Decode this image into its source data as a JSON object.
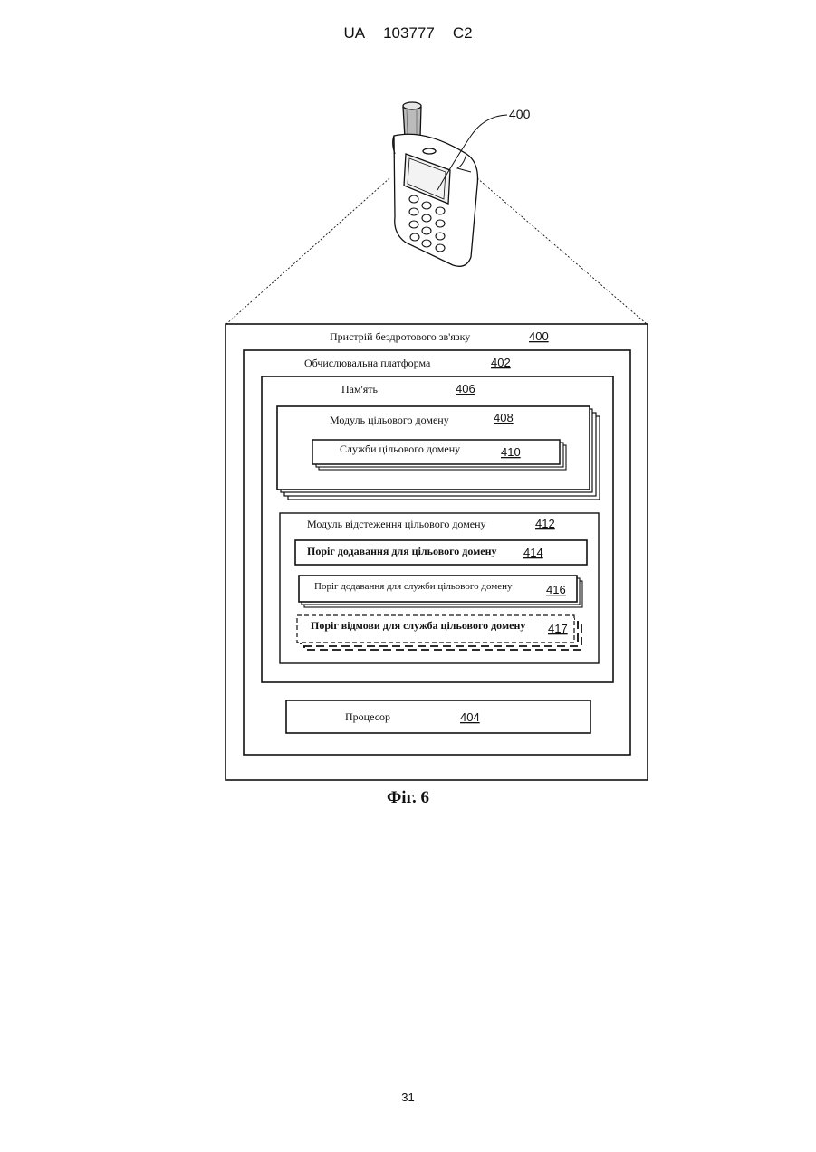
{
  "header": {
    "country": "UA",
    "number": "103777",
    "kind": "C2"
  },
  "figure_label": "Фіг. 6",
  "page_number": "31",
  "phone_callout": "400",
  "blocks": {
    "device": {
      "label": "Пристрій бездротового зв'язку",
      "ref": "400"
    },
    "platform": {
      "label": "Обчислювальна платформа",
      "ref": "402"
    },
    "memory": {
      "label": "Пам'ять",
      "ref": "406"
    },
    "domain_module": {
      "label": "Модуль цільового домену",
      "ref": "408"
    },
    "domain_services": {
      "label": "Служби цільового домену",
      "ref": "410"
    },
    "tracking_module": {
      "label": "Модуль відстеження цільового домену",
      "ref": "412"
    },
    "add_threshold_domain": {
      "label": "Поріг додавання для цільового домену",
      "ref": "414"
    },
    "add_threshold_service": {
      "label": "Поріг додавання для служби цільового домену",
      "ref": "416"
    },
    "reject_threshold_service": {
      "label": "Поріг відмови для служба цільового домену",
      "ref": "417"
    },
    "processor": {
      "label": "Процесор",
      "ref": "404"
    }
  }
}
